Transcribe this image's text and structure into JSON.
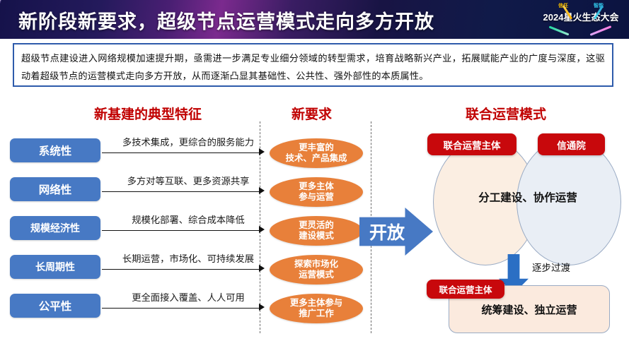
{
  "banner": {
    "title": "新阶段新要求，超级节点运营模式走向多方开放",
    "logo": {
      "tag_left": "信任",
      "tag_right": "智能",
      "main": "2024星火生态大会"
    }
  },
  "intro": {
    "text": "超级节点建设进入网络规模加速提升期，亟需进一步满足专业细分领域的转型需求，培育战略新兴产业，拓展赋能产业的广度与深度，这驱动着超级节点的运营模式走向多方开放，从而逐渐凸显其基础性、公共性、强外部性的本质属性。"
  },
  "headers": {
    "features": "新基建的典型特征",
    "requirements": "新要求",
    "operating_model": "联合运营模式"
  },
  "features": [
    {
      "label": "系统性",
      "desc": "多技术集成，更综合的服务能力"
    },
    {
      "label": "网络性",
      "desc": "多方对等互联、更多资源共享"
    },
    {
      "label": "规模经济性",
      "desc": "规模化部署、综合成本降低"
    },
    {
      "label": "长周期性",
      "desc": "长期运营，市场化、可持续发展"
    },
    {
      "label": "公平性",
      "desc": "更全面接入覆盖、人人可用"
    }
  ],
  "requirements": [
    {
      "line1": "更丰富的",
      "line2": "技术、产品集成"
    },
    {
      "line1": "更多主体",
      "line2": "参与运营"
    },
    {
      "line1": "更灵活的",
      "line2": "建设模式"
    },
    {
      "line1": "探索市场化",
      "line2": "运营模式"
    },
    {
      "line1": "更多主体参与",
      "line2": "推广工作"
    }
  ],
  "open_arrow": {
    "label": "开放"
  },
  "venn": {
    "left_tag": "联合运营主体",
    "right_tag": "信通院",
    "center_label": "分工建设、协作运营"
  },
  "transition": {
    "label": "逐步过渡",
    "bottom_tag": "联合运营主体",
    "bottom_label": "统筹建设、独立运营"
  },
  "colors": {
    "feature_box": "#4779c4",
    "requirement_oval": "#e8803a",
    "red_tag": "#c8080c",
    "header_red": "#c00000",
    "intro_border": "#2e5bab"
  }
}
